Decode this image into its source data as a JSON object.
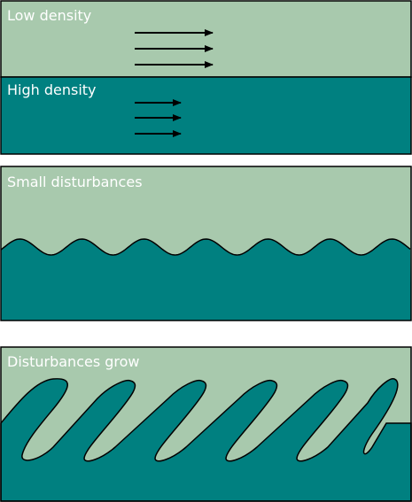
{
  "colors": {
    "low_density": "#a8c9ad",
    "high_density": "#008080",
    "outline": "#000000",
    "label": "#ffffff",
    "background": "#ffffff"
  },
  "panels": [
    {
      "labels": {
        "top": "Low density",
        "bottom": "High density"
      },
      "icons": [
        "arrow-right-icon"
      ]
    },
    {
      "label": "Small disturbances"
    },
    {
      "label": "Disturbances grow"
    }
  ]
}
